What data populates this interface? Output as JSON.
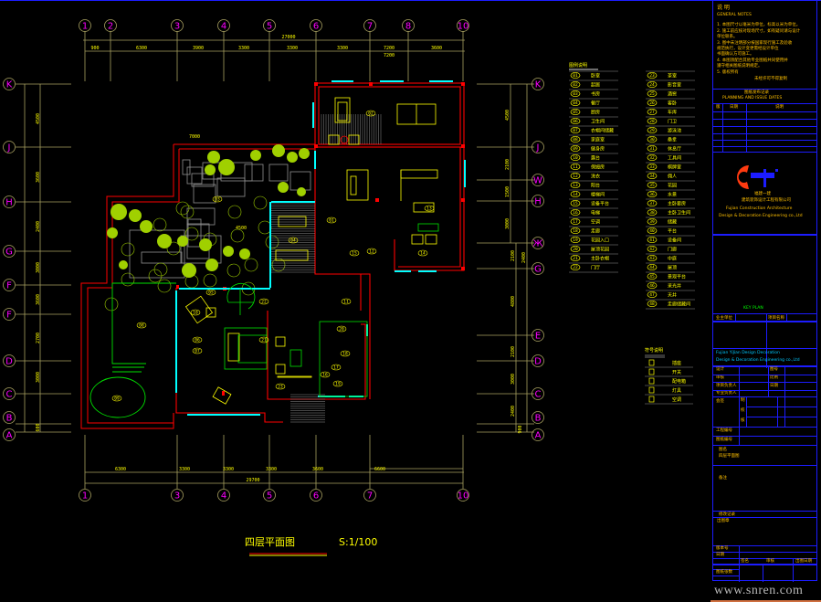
{
  "drawing": {
    "title": "四层平面图",
    "scale": "S:1/100"
  },
  "grid_top": [
    "1",
    "2",
    "3",
    "4",
    "5",
    "6",
    "7",
    "8",
    "10"
  ],
  "grid_bottom": [
    "1",
    "3",
    "4",
    "5",
    "6",
    "7",
    "10"
  ],
  "grid_left": [
    "K",
    "J",
    "H",
    "G",
    "F",
    "F",
    "D",
    "C",
    "B",
    "A"
  ],
  "grid_right": [
    "K",
    "J",
    "W",
    "H",
    "Ж",
    "G",
    "E",
    "D",
    "C",
    "B",
    "A"
  ],
  "dimensions": {
    "top_total": "27000",
    "top_total_right": "7200",
    "top_segments": [
      "900",
      "6300",
      "3900",
      "3300",
      "3300",
      "3300",
      "7200",
      "3600"
    ],
    "bottom_segments": [
      "6300",
      "3300",
      "3300",
      "3300",
      "3600",
      "6600"
    ],
    "bottom_total": "29700",
    "left_segments": [
      "4500",
      "3600",
      "2400",
      "3000",
      "3600",
      "2700",
      "3000",
      "600"
    ],
    "right_segments": [
      "4500",
      "2100",
      "1500",
      "3000",
      "2100",
      "2400",
      "4800",
      "2100",
      "3000",
      "2400",
      "900"
    ],
    "court_mark": "7000",
    "garden_mark": "4500"
  },
  "room_tags": [
    "02",
    "01",
    "03",
    "04",
    "05",
    "06",
    "07",
    "08",
    "09",
    "10",
    "11",
    "12",
    "13",
    "14",
    "15",
    "16",
    "17",
    "18",
    "19",
    "20",
    "21",
    "22",
    "23"
  ],
  "legend_main": {
    "header": "图例说明",
    "left": [
      {
        "code": "01",
        "label": "卧室"
      },
      {
        "code": "02",
        "label": "起居"
      },
      {
        "code": "03",
        "label": "书房"
      },
      {
        "code": "04",
        "label": "餐厅"
      },
      {
        "code": "05",
        "label": "厨房"
      },
      {
        "code": "06",
        "label": "卫生间"
      },
      {
        "code": "07",
        "label": "衣帽间储藏"
      },
      {
        "code": "08",
        "label": "家庭室"
      },
      {
        "code": "09",
        "label": "健身房"
      },
      {
        "code": "10",
        "label": "露台"
      },
      {
        "code": "11",
        "label": "保姆房"
      },
      {
        "code": "12",
        "label": "洗衣"
      },
      {
        "code": "13",
        "label": "阳台"
      },
      {
        "code": "14",
        "label": "楼梯间"
      },
      {
        "code": "15",
        "label": "设备平台"
      },
      {
        "code": "16",
        "label": "电梯"
      },
      {
        "code": "17",
        "label": "空调"
      },
      {
        "code": "18",
        "label": "走廊"
      },
      {
        "code": "19",
        "label": "花园入口"
      },
      {
        "code": "20",
        "label": "屋顶花园"
      },
      {
        "code": "21",
        "label": "主卧衣帽"
      },
      {
        "code": "22",
        "label": "门厅"
      }
    ],
    "right": [
      {
        "code": "23",
        "label": "茶室"
      },
      {
        "code": "24",
        "label": "影音室"
      },
      {
        "code": "25",
        "label": "酒窖"
      },
      {
        "code": "26",
        "label": "客卧"
      },
      {
        "code": "27",
        "label": "车库"
      },
      {
        "code": "28",
        "label": "门卫"
      },
      {
        "code": "29",
        "label": "游泳池"
      },
      {
        "code": "30",
        "label": "桑拿"
      },
      {
        "code": "31",
        "label": "休息厅"
      },
      {
        "code": "32",
        "label": "工具间"
      },
      {
        "code": "33",
        "label": "棋牌室"
      },
      {
        "code": "34",
        "label": "佣人"
      },
      {
        "code": "35",
        "label": "花园"
      },
      {
        "code": "36",
        "label": "水景"
      },
      {
        "code": "37",
        "label": "主卧套房"
      },
      {
        "code": "38",
        "label": "主卧卫生间"
      },
      {
        "code": "39",
        "label": "储藏"
      },
      {
        "code": "40",
        "label": "平台"
      },
      {
        "code": "41",
        "label": "设备间"
      },
      {
        "code": "42",
        "label": "门廊"
      },
      {
        "code": "43",
        "label": "中庭"
      },
      {
        "code": "44",
        "label": "屋顶"
      },
      {
        "code": "45",
        "label": "景观平台"
      },
      {
        "code": "46",
        "label": "采光井"
      },
      {
        "code": "47",
        "label": "天井"
      },
      {
        "code": "48",
        "label": "走廊储藏间"
      }
    ]
  },
  "legend_symbols": {
    "header": "符号说明",
    "items": [
      "插座",
      "开关",
      "配电箱",
      "灯具",
      "空调"
    ]
  },
  "title_block": {
    "notes_header": "说 明",
    "notes_sub": "GENERAL NOTES",
    "notes": [
      "1. 本图尺寸以毫米为单位，标高以米为单位。",
      "2. 施工前应核对现场尺寸，如有疑问请与设计",
      "   单位联系。",
      "3. 图中未注明部分按国家现行施工及验收",
      "   规范执行，设计变更需经设计单位",
      "   书面确认方可施工。",
      "4. 本图须配合其他专业图纸共同使用并",
      "   遵守相关图纸说明规定。",
      "5. 版权所有",
      "未经许可不得复制"
    ],
    "issue_header_cn": "图纸发布记录",
    "issue_header_en": "PLANNING AND ISSUE DATES",
    "issue_cols": [
      "版",
      "日期",
      "说明"
    ],
    "company_cn_1": "福建一建",
    "company_cn_2": "建筑装饰设计工程有限公司",
    "company_en_1": "Fujian Construction Architecture",
    "company_en_2": "Design & Decoration Engineering co.,Ltd",
    "keyplan": "KEY PLAN",
    "client_label": "业主单位",
    "project_label": "项目名称",
    "design_cn": "Fujian YiJian Design Decoration",
    "design_en": "Design & Decoration Engineering co.,Ltd",
    "fields": [
      {
        "k": "设计",
        "v": "图号"
      },
      {
        "k": "审核",
        "v": "比例"
      },
      {
        "k": "项目负责人",
        "v": "日期"
      },
      {
        "k": "专业负责人",
        "v": ""
      }
    ],
    "signs": [
      "制",
      "校",
      "核"
    ],
    "sign_label": "会签",
    "proj_no_label": "工程编号",
    "drawing_label": "图纸编号",
    "sheet_label": "图名",
    "sheet_value": "四层平面图",
    "remark_label": "备注",
    "revision_label": "修改记录",
    "stamp_label": "出图章",
    "footer_labels": [
      "版本号",
      "日期",
      "签名",
      "审核",
      "出图日期",
      "图纸张数"
    ],
    "watermark": "www.snren.com"
  },
  "colors": {
    "background": "#000000",
    "wall": "#ff0000",
    "window": "#00ffff",
    "furniture": "#ffff00",
    "grid_line": "#a8a060",
    "grid_label": "#ff00ff",
    "vegetation": "#a0d000",
    "hatch": "#909090",
    "landscape": "#00e000",
    "frame": "#1c1cff",
    "title_text": "#ffc000"
  }
}
